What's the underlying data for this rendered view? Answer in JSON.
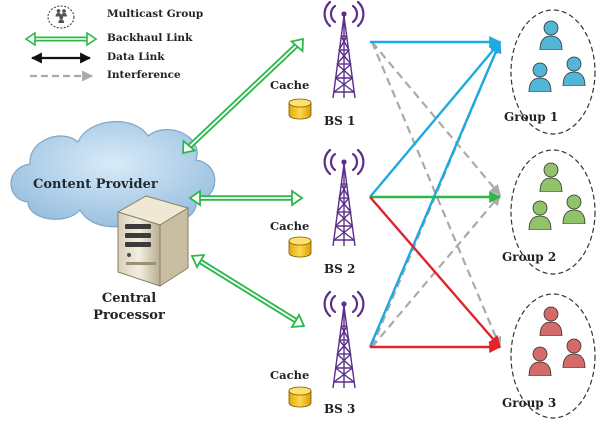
{
  "legend": {
    "multicast_group": "Multicast Group",
    "backhaul_link": "Backhaul Link",
    "data_link": "Data Link",
    "interference": "Interference"
  },
  "content_provider": "Content Provider",
  "central_processor": {
    "line1": "Central",
    "line2": "Processor"
  },
  "cache_label": "Cache",
  "base_stations": [
    {
      "label": "BS 1"
    },
    {
      "label": "BS 2"
    },
    {
      "label": "BS 3"
    }
  ],
  "groups": [
    {
      "label": "Group 1",
      "color": "#52b6d6"
    },
    {
      "label": "Group 2",
      "color": "#92c26a"
    },
    {
      "label": "Group 3",
      "color": "#d46a6a"
    }
  ],
  "colors": {
    "backhaul": "#2db84a",
    "data_link": "#111111",
    "interference": "#aaaaaa",
    "link_blue": "#1ea9e1",
    "link_green": "#2db84a",
    "link_red": "#e0242b",
    "tower": "#5a2e8a",
    "cache": "#f2c11c",
    "cloud": "#a8cbe6"
  }
}
